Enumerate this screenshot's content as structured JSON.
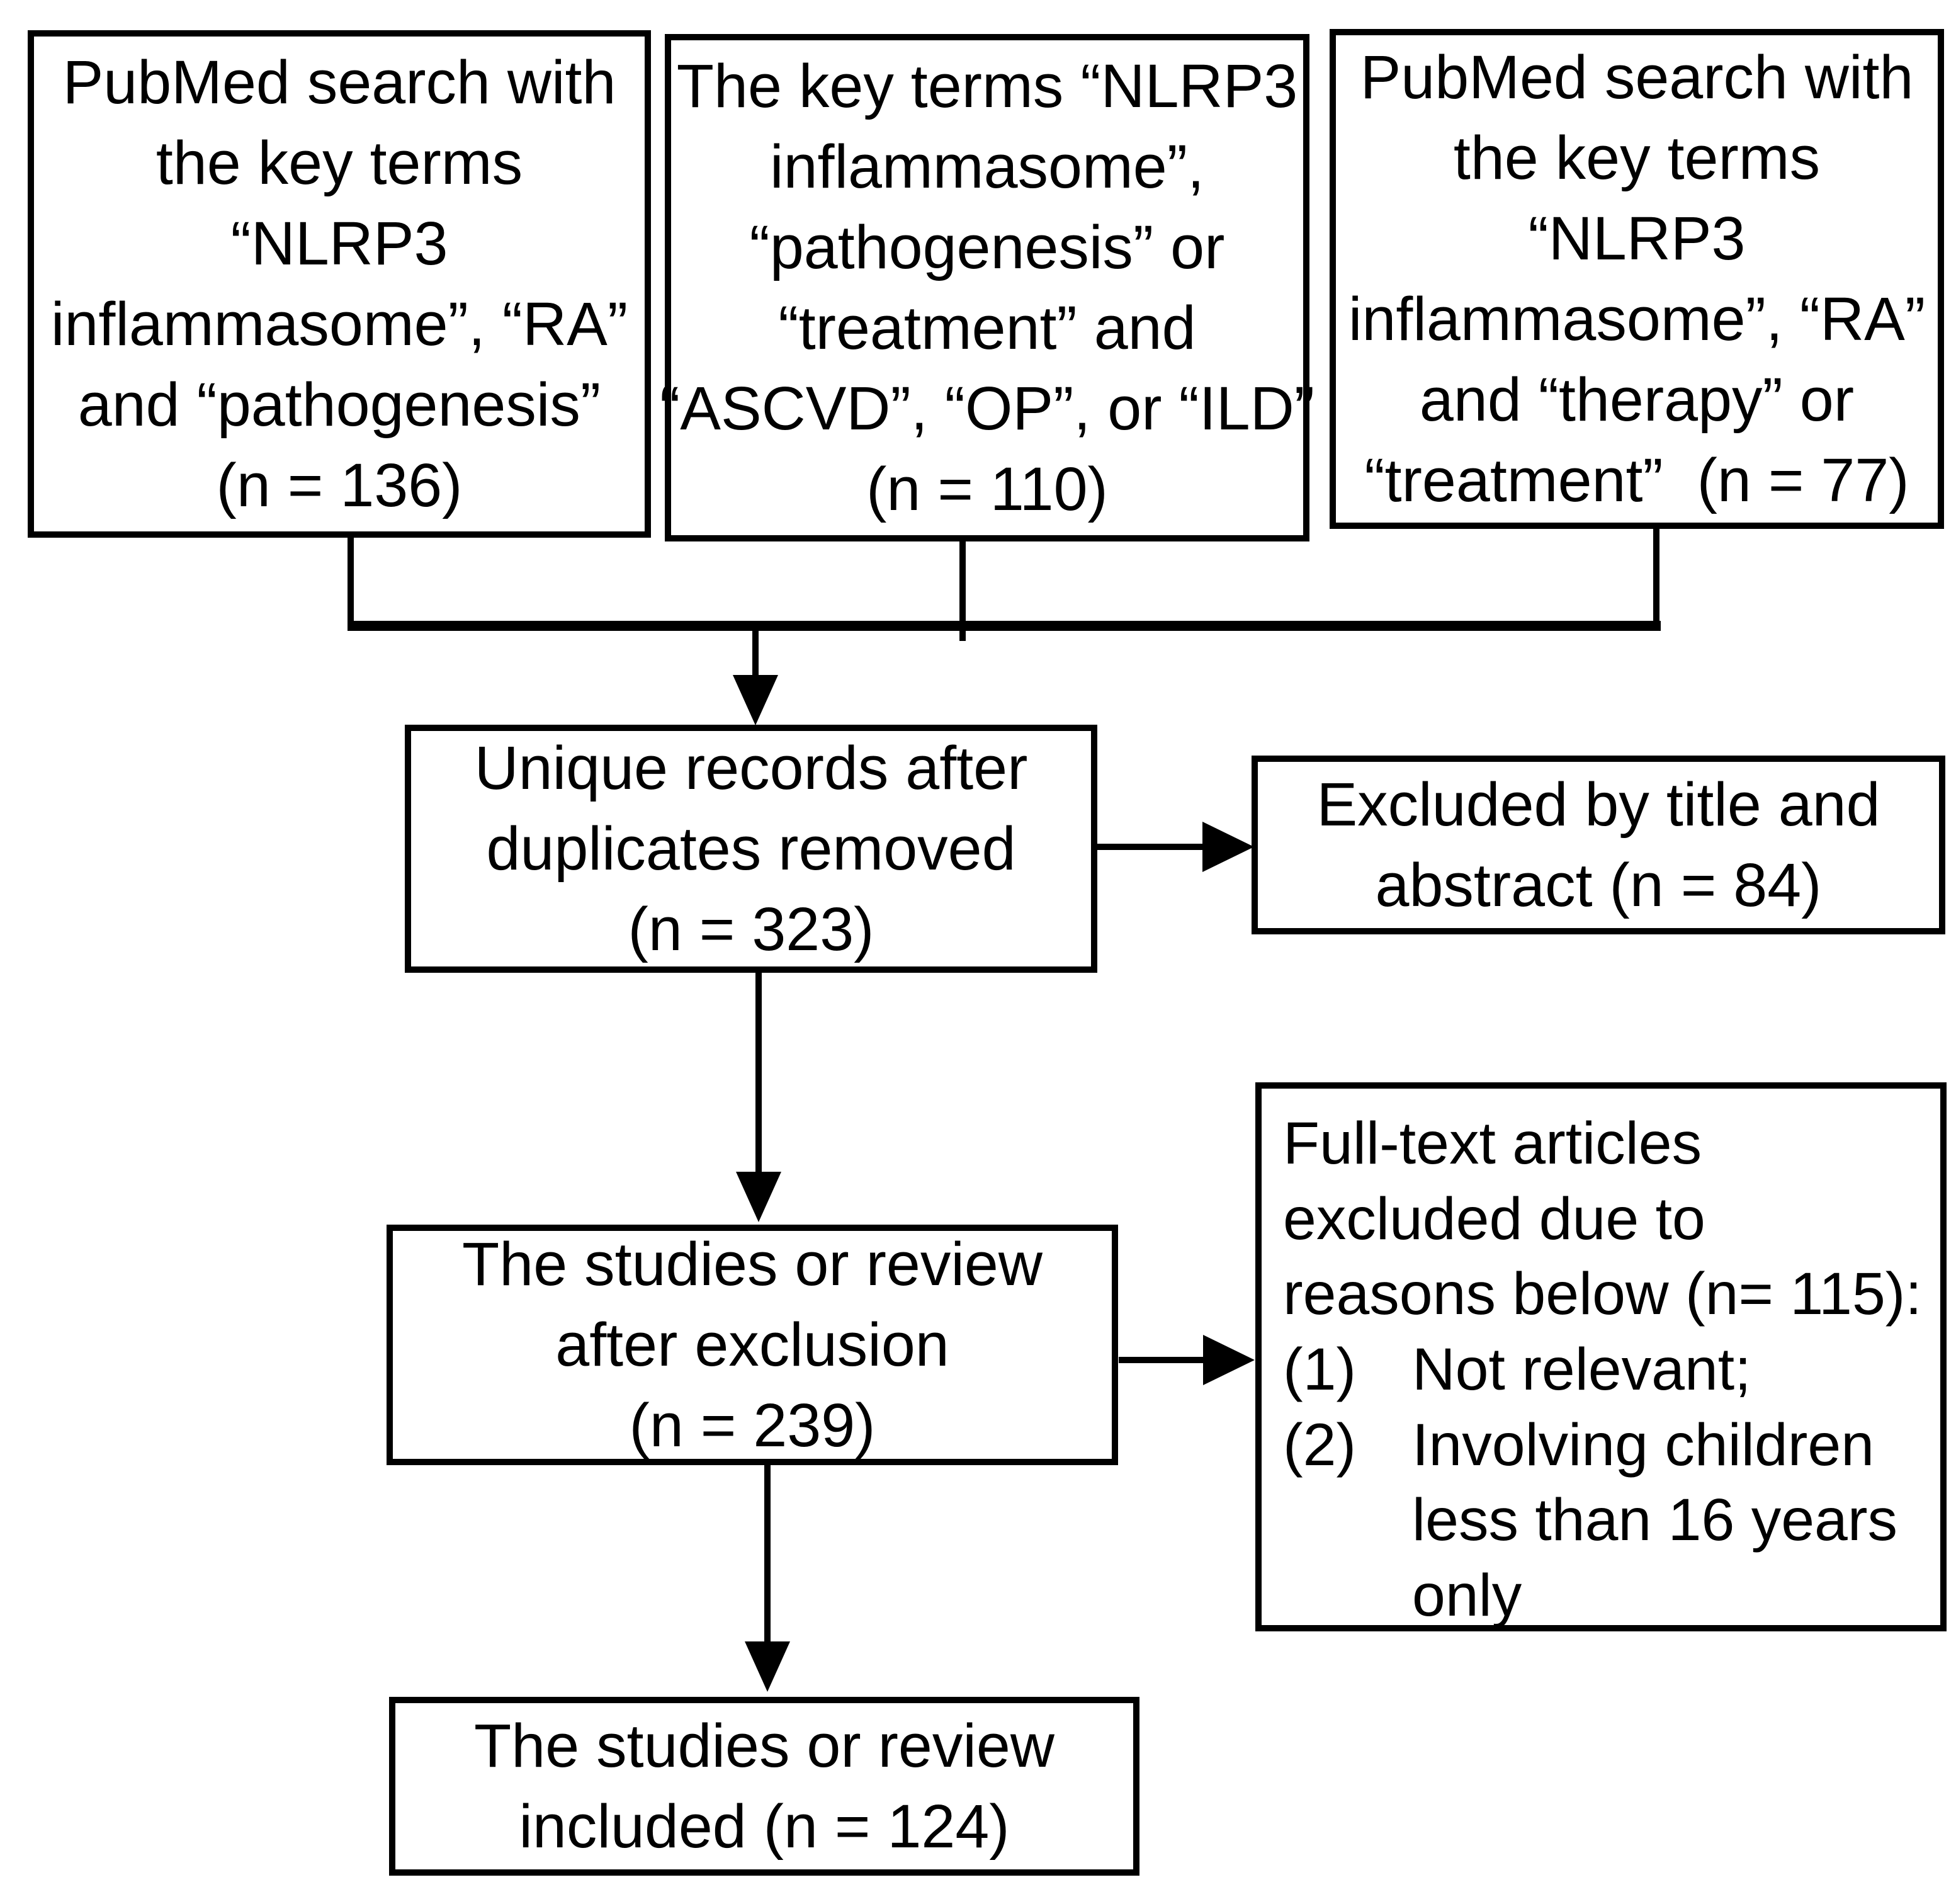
{
  "diagram": {
    "colors": {
      "line": "#000000",
      "background": "#ffffff",
      "text": "#000000"
    },
    "boxes": {
      "search_pathogenesis": {
        "lines": [
          "PubMed search with",
          "the key terms",
          "“NLRP3",
          "inflammasome”, “RA”",
          "and “pathogenesis”",
          "(n = 136)"
        ],
        "count": 136
      },
      "search_comorbidity": {
        "lines": [
          "The key terms “NLRP3",
          "inflammasome”,",
          "“pathogenesis” or",
          "“treatment” and",
          "“ASCVD”, “OP”, or “ILD”",
          "(n = 110)"
        ],
        "count": 110
      },
      "search_therapy": {
        "lines": [
          "PubMed search with",
          "the key terms",
          "“NLRP3",
          "inflammasome”, “RA”",
          "and “therapy” or",
          "“treatment”  (n = 77)"
        ],
        "count": 77
      },
      "unique_records": {
        "lines": [
          "Unique records after",
          "duplicates removed",
          "(n = 323)"
        ],
        "count": 323
      },
      "excluded_title_abstract": {
        "lines": [
          "Excluded by title and",
          "abstract (n = 84)"
        ],
        "count": 84
      },
      "after_exclusion": {
        "lines": [
          "The studies or review",
          "after exclusion",
          "(n = 239)"
        ],
        "count": 239
      },
      "fulltext_excluded": {
        "intro_lines": [
          "Full-text articles",
          "excluded due to",
          "reasons below (n= 115):"
        ],
        "count": 115,
        "items": [
          {
            "num": "(1)",
            "lines": [
              "Not relevant;"
            ]
          },
          {
            "num": "(2)",
            "lines": [
              "Involving children",
              "less than 16 years",
              "only"
            ]
          }
        ]
      },
      "included": {
        "lines": [
          "The studies or review",
          "included (n = 124)"
        ],
        "count": 124
      }
    }
  }
}
